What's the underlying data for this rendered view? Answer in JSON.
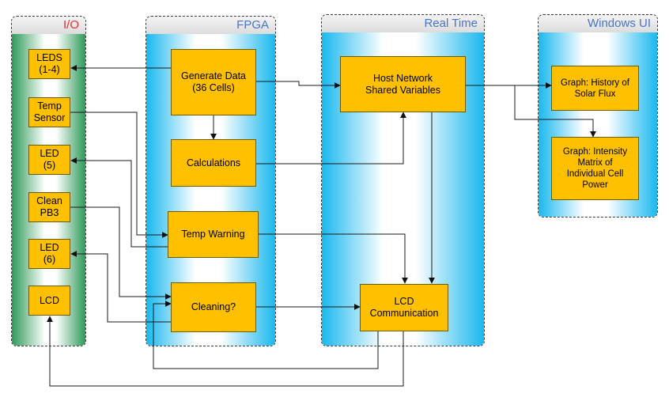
{
  "panels": {
    "io": "I/O",
    "fpga": "FPGA",
    "realtime": "Real Time",
    "windows": "Windows UI"
  },
  "io_blocks": {
    "leds_1_4": "LEDS\n(1-4)",
    "temp_sensor": "Temp\nSensor",
    "led_5": "LED\n(5)",
    "clean_pb3": "Clean\nPB3",
    "led_6": "LED\n(6)",
    "lcd": "LCD"
  },
  "fpga_blocks": {
    "generate_data": "Generate Data\n(36 Cells)",
    "calculations": "Calculations",
    "temp_warning": "Temp Warning",
    "cleaning": "Cleaning?"
  },
  "realtime_blocks": {
    "host_network": "Host Network\nShared Variables",
    "lcd_comm": "LCD\nCommunication"
  },
  "windows_blocks": {
    "graph_flux": "Graph: History of\nSolar Flux",
    "graph_matrix": "Graph: Intensity\nMatrix of\nIndividual Cell\nPower"
  },
  "colors": {
    "block_fill": "#ffc000",
    "io_gradient": "#2e9a5a",
    "panel_gradient": "#1ab8ee",
    "io_title": "#e03030",
    "panel_title": "#4a74c8"
  }
}
